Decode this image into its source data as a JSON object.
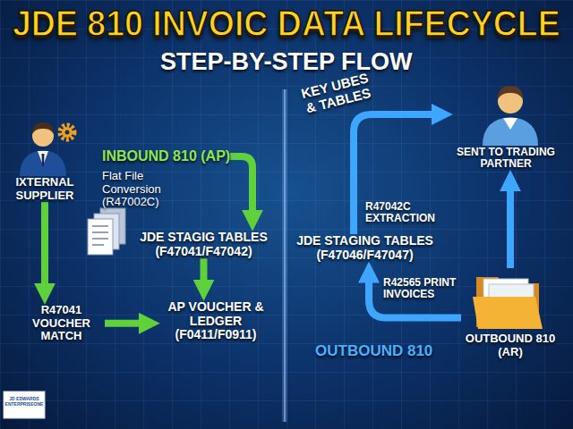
{
  "diagram": {
    "title": "JDE 810 INVOIC DATA LIFECYCLE",
    "nodes": [
      {
        "text": [
          "IXTERNAL SUPPLIER"
        ]
      },
      {
        "text": [
          "INBOUND 810 (AP)"
        ]
      },
      {
        "text": [
          "JDE STAGIG TABLES (F47041/F47042)"
        ]
      },
      {
        "text": [
          "R47041 VOUCHER MATCH"
        ]
      },
      {
        "text": [
          "AP VOUCHER & LEDGER (F0411/F0911)"
        ]
      },
      {
        "text": [
          "SENT TO TRADING PARTNER"
        ]
      },
      {
        "text": [
          "JDE STAGING TABLES (F47046/F47047)"
        ]
      },
      {
        "text": [
          "OUTBOUND 810 (AR)"
        ]
      }
    ],
    "edges": [
      {
        "from": 0,
        "to": 3,
        "arrow": "to"
      },
      {
        "from": 1,
        "to": 2,
        "label": "Flat File Conversion (R47002C)",
        "arrow": "to"
      },
      {
        "from": 3,
        "to": 4,
        "arrow": "to"
      },
      {
        "from": 2,
        "to": 4,
        "arrow": "to"
      },
      {
        "from": 7,
        "to": 6,
        "label": "R42565 PRINT INVOICES",
        "arrow": "to"
      },
      {
        "from": 6,
        "to": 5,
        "label": "R47042C EXTRACTION",
        "arrow": "to"
      },
      {
        "from": 7,
        "to": 5,
        "arrow": "to"
      }
    ],
    "labels": [
      "STEP-BY-STEP FLOW",
      "KEY UBES & TABLES",
      "OUTBOUND 810",
      "JD EDWARDS ENTERPRISEONE"
    ]
  }
}
